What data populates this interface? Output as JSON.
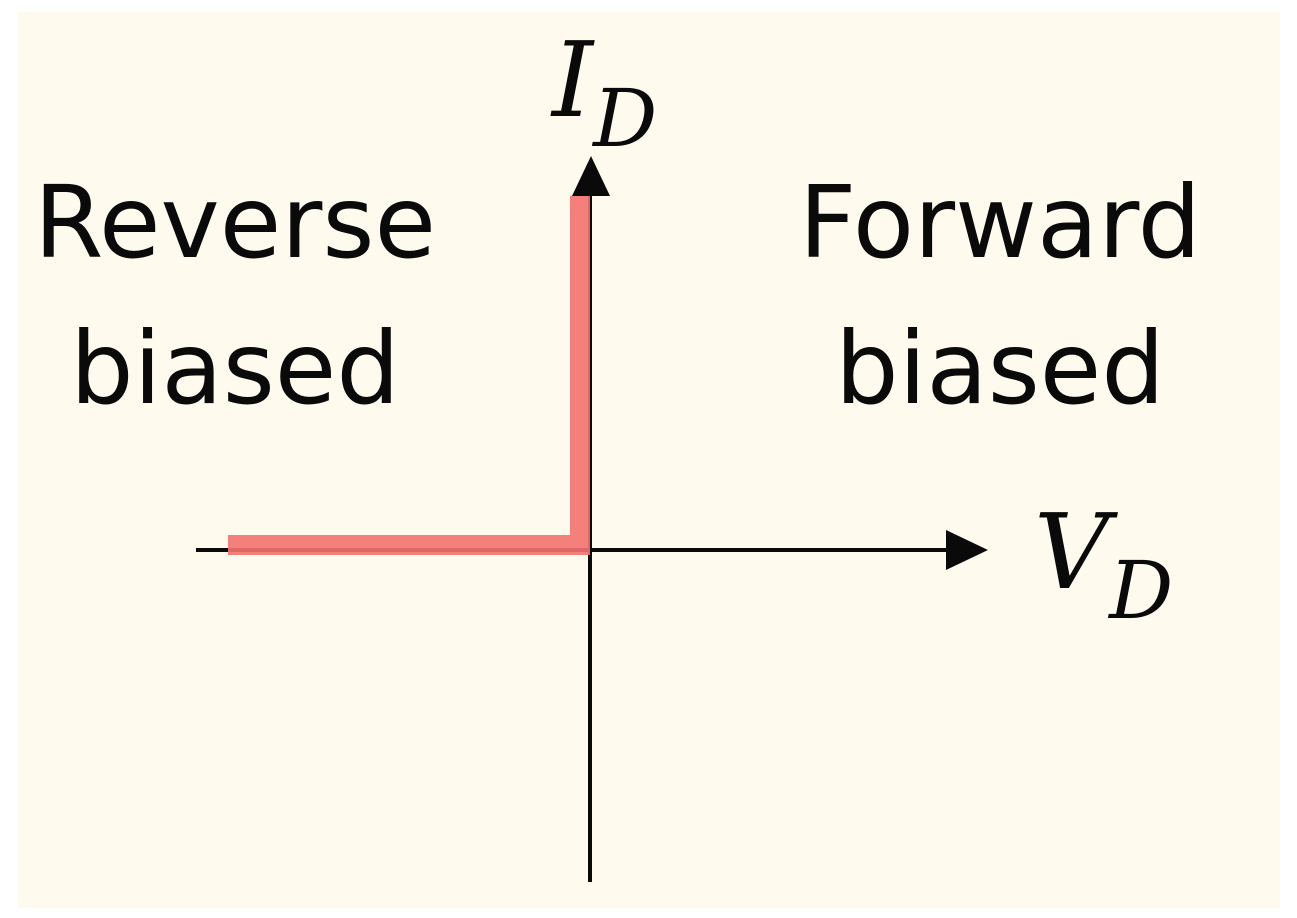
{
  "diagram": {
    "axes": {
      "y_axis": {
        "symbol": "I",
        "subscript": "D"
      },
      "x_axis": {
        "symbol": "V",
        "subscript": "D"
      }
    },
    "regions": {
      "reverse": {
        "line1": "Reverse",
        "line2": "biased"
      },
      "forward": {
        "line1": "Forward",
        "line2": "biased"
      }
    },
    "colors": {
      "background": "#fffaee",
      "axis": "#0a0a0a",
      "characteristic_curve": "#f4726e"
    }
  }
}
